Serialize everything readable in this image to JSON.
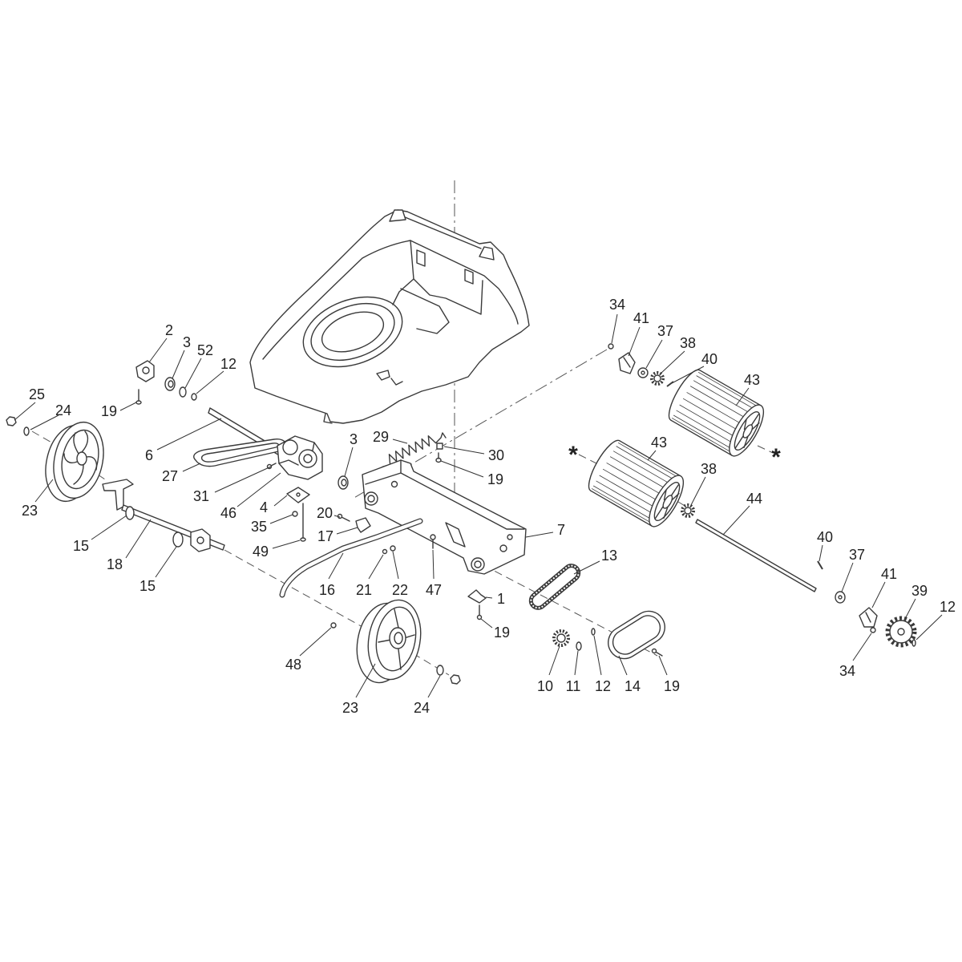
{
  "callouts": [
    "34",
    "41",
    "37",
    "38",
    "40",
    "43",
    "2",
    "3",
    "52",
    "12",
    "25",
    "24",
    "19",
    "6",
    "27",
    "29",
    "3",
    "30",
    "19",
    "*",
    "43",
    "*",
    "38",
    "44",
    "31",
    "46",
    "4",
    "35",
    "20",
    "17",
    "7",
    "23",
    "15",
    "18",
    "15",
    "49",
    "16",
    "21",
    "22",
    "47",
    "13",
    "40",
    "37",
    "41",
    "39",
    "12",
    "1",
    "19",
    "34",
    "48",
    "10",
    "11",
    "12",
    "14",
    "19",
    "23",
    "24"
  ],
  "colors": {
    "line": "#3a3a3a",
    "label": "#222222",
    "background": "#ffffff"
  }
}
